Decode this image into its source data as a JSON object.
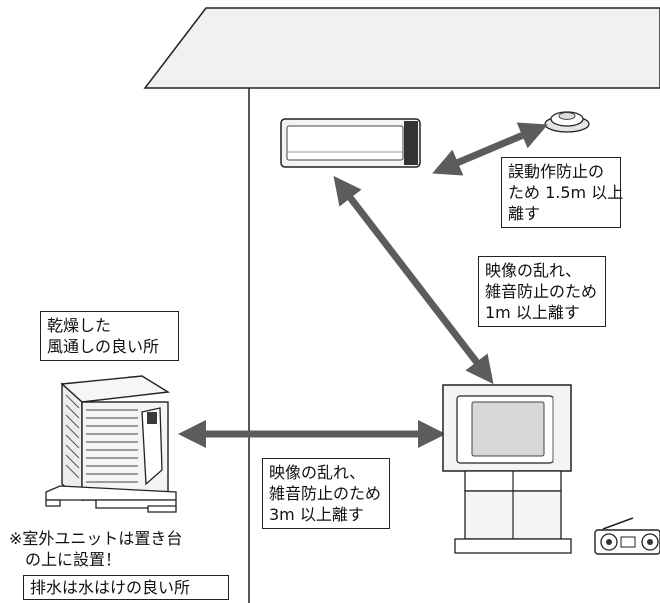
{
  "labels": {
    "detector_distance": "誤動作防止の\nため 1.5m 以上\n離す",
    "tv_distance_indoor": "映像の乱れ、\n雑音防止のため\n1m 以上離す",
    "outdoor_location": "乾燥した\n風通しの良い所",
    "tv_distance_outdoor": "映像の乱れ、\n雑音防止のため\n3m 以上離す",
    "outdoor_stand_note": "※室外ユニットは置き台\n　の上に設置！",
    "drainage_note": "排水は水はけの良い所"
  },
  "colors": {
    "arrow": "#5c5c5c",
    "line": "#222222",
    "fill_light": "#f2f2f2",
    "fill_mid": "#d8d8d8",
    "fill_dark": "#3a3a3a"
  },
  "icons": {
    "indoor_unit": "air-conditioner-indoor-unit",
    "smoke_detector": "smoke-detector",
    "tv": "television-on-stand",
    "radio": "radio-cassette",
    "outdoor_unit": "outdoor-unit"
  }
}
